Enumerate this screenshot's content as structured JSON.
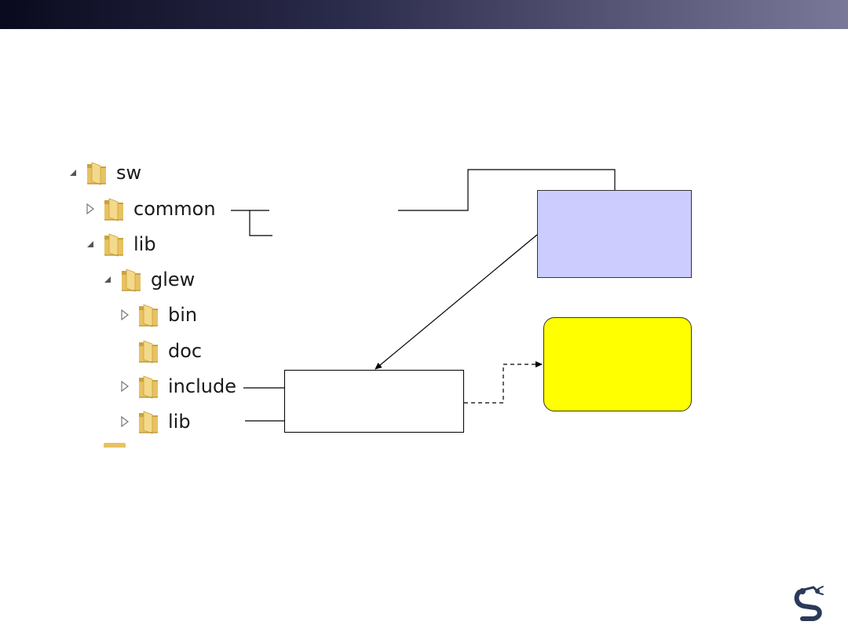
{
  "tree": [
    {
      "label": "sw",
      "expanded": true,
      "has_children": true
    },
    {
      "label": "common",
      "expanded": false,
      "has_children": true
    },
    {
      "label": "lib",
      "expanded": true,
      "has_children": true
    },
    {
      "label": "glew",
      "expanded": true,
      "has_children": true
    },
    {
      "label": "bin",
      "expanded": false,
      "has_children": true
    },
    {
      "label": "doc",
      "expanded": false,
      "has_children": false
    },
    {
      "label": "include",
      "expanded": false,
      "has_children": true
    },
    {
      "label": "lib",
      "expanded": false,
      "has_children": true
    }
  ],
  "colors": {
    "folder": "#e8c262",
    "purple_box": "#ccccff",
    "yellow_box": "#ffff00",
    "logo": "#2a3a5a"
  },
  "icons": {
    "expanded": "tree-expanded-triangle-icon",
    "collapsed": "tree-collapsed-triangle-icon",
    "folder": "folder-icon",
    "logo": "robot-arm-logo"
  }
}
